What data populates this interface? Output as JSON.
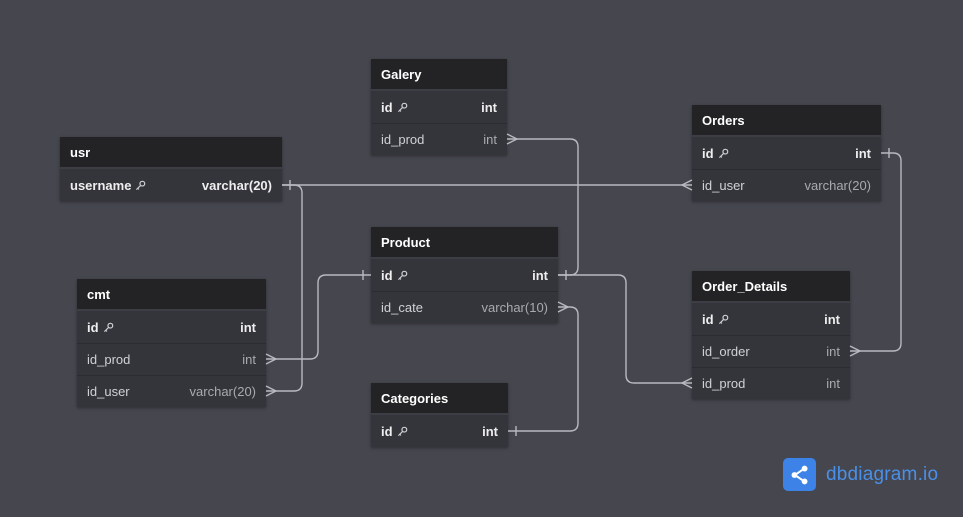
{
  "tables": [
    {
      "id": "galery",
      "name": "Galery",
      "fields": [
        {
          "name": "id",
          "type": "int",
          "pk": true
        },
        {
          "name": "id_prod",
          "type": "int",
          "pk": false
        }
      ]
    },
    {
      "id": "orders",
      "name": "Orders",
      "fields": [
        {
          "name": "id",
          "type": "int",
          "pk": true
        },
        {
          "name": "id_user",
          "type": "varchar(20)",
          "pk": false
        }
      ]
    },
    {
      "id": "usr",
      "name": "usr",
      "fields": [
        {
          "name": "username",
          "type": "varchar(20)",
          "pk": true
        }
      ]
    },
    {
      "id": "product",
      "name": "Product",
      "fields": [
        {
          "name": "id",
          "type": "int",
          "pk": true
        },
        {
          "name": "id_cate",
          "type": "varchar(10)",
          "pk": false
        }
      ]
    },
    {
      "id": "cmt",
      "name": "cmt",
      "fields": [
        {
          "name": "id",
          "type": "int",
          "pk": true
        },
        {
          "name": "id_prod",
          "type": "int",
          "pk": false
        },
        {
          "name": "id_user",
          "type": "varchar(20)",
          "pk": false
        }
      ]
    },
    {
      "id": "order_details",
      "name": "Order_Details",
      "fields": [
        {
          "name": "id",
          "type": "int",
          "pk": true
        },
        {
          "name": "id_order",
          "type": "int",
          "pk": false
        },
        {
          "name": "id_prod",
          "type": "int",
          "pk": false
        }
      ]
    },
    {
      "id": "categories",
      "name": "Categories",
      "fields": [
        {
          "name": "id",
          "type": "int",
          "pk": true
        }
      ]
    }
  ],
  "relationships": [
    {
      "from": "usr.username",
      "to": "orders.id_user",
      "type": "one-to-many"
    },
    {
      "from": "usr.username",
      "to": "cmt.id_user",
      "type": "one-to-many"
    },
    {
      "from": "product.id",
      "to": "galery.id_prod",
      "type": "one-to-many"
    },
    {
      "from": "product.id",
      "to": "cmt.id_prod",
      "type": "one-to-many"
    },
    {
      "from": "product.id",
      "to": "order_details.id_prod",
      "type": "one-to-many"
    },
    {
      "from": "categories.id",
      "to": "product.id_cate",
      "type": "one-to-many"
    },
    {
      "from": "orders.id",
      "to": "order_details.id_order",
      "type": "one-to-many"
    }
  ],
  "key_icon": "key-icon",
  "brand": {
    "text": "dbdiagram.io",
    "icon": "share-icon",
    "color": "#3d82e6"
  }
}
